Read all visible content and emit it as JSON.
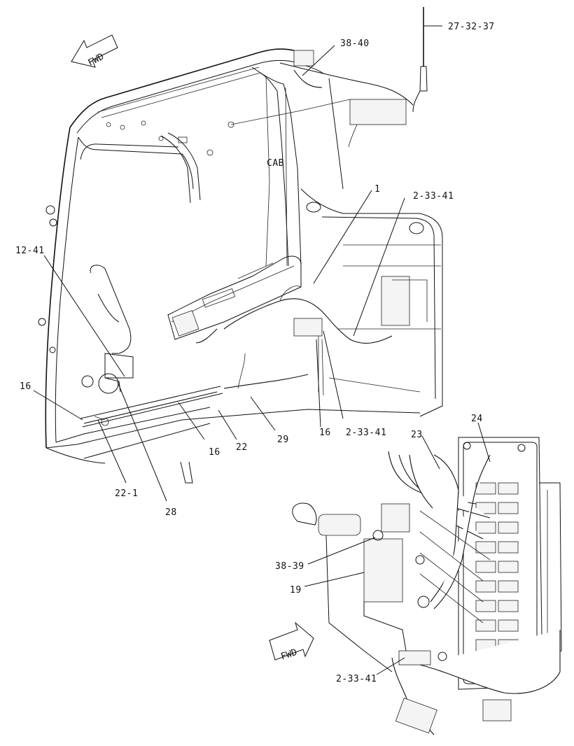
{
  "labels": {
    "antenna": "27-32-37",
    "top_harness": "38-40",
    "cab": "CAB",
    "harness_1": "1",
    "top_right_clip": "2-33-41",
    "left_clip": "12-41",
    "left_16": "16",
    "bottom_16": "16",
    "mid_22": "22",
    "mid_29": "29",
    "center_16": "16",
    "center_clip": "2-33-41",
    "bottom_22_1": "22-1",
    "bottom_28": "28",
    "detail_23": "23",
    "detail_24": "24",
    "detail_38_39": "38-39",
    "detail_19": "19",
    "detail_clip": "2-33-41"
  },
  "fwd_arrows": {
    "top": "FWD",
    "bottom": "FWD"
  }
}
